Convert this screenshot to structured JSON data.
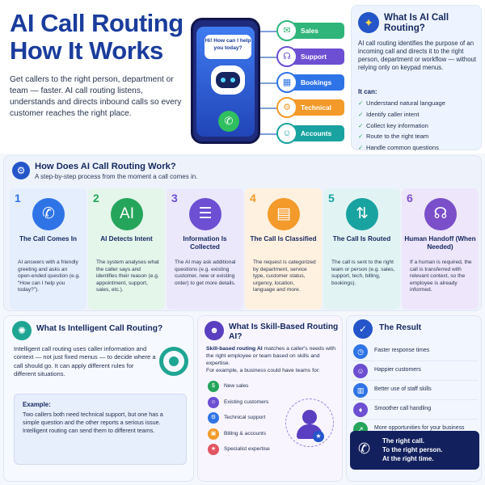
{
  "header": {
    "title_line1": "AI Call Routing",
    "title_line2": "How It Works",
    "description": "Get callers to the right person, department or team — faster. AI call routing listens, understands and directs inbound calls so every customer reaches the right place."
  },
  "phone": {
    "bubble_text": "Hi! How can I help you today?",
    "departments": [
      {
        "label": "Sales",
        "icon": "chat-icon",
        "color": "#2fb57a"
      },
      {
        "label": "Support",
        "icon": "headset-icon",
        "color": "#6c4fd2"
      },
      {
        "label": "Bookings",
        "icon": "calendar-icon",
        "color": "#2f74e6"
      },
      {
        "label": "Technical",
        "icon": "gear-icon",
        "color": "#f39a2a"
      },
      {
        "label": "Accounts",
        "icon": "people-icon",
        "color": "#19a3a0"
      }
    ]
  },
  "what": {
    "title": "What Is AI Call Routing?",
    "body": "AI call routing identifies the purpose of an incoming call and directs it to the right person, department or workflow — without relying only on keypad menus.",
    "can_title": "It can:",
    "can": [
      "Understand natural language",
      "Identify caller intent",
      "Collect key information",
      "Route to the right team",
      "Handle common questions"
    ]
  },
  "how": {
    "title": "How Does AI Call Routing Work?",
    "subtitle": "A step-by-step process from the moment a call comes in.",
    "steps": [
      {
        "num": "1",
        "title": "The Call Comes In",
        "desc": "AI answers with a friendly greeting and asks an open-ended question (e.g. “How can I help you today?”).",
        "color": "#2f74e6",
        "bg": "#e4eefc",
        "icon": "phone-icon"
      },
      {
        "num": "2",
        "title": "AI Detects Intent",
        "desc": "The system analyses what the caller says and identifies their reason (e.g. appointment, support, sales, etc.).",
        "color": "#25a55b",
        "bg": "#e4f5ea",
        "icon": "ai-chip-icon"
      },
      {
        "num": "3",
        "title": "Information Is Collected",
        "desc": "The AI may ask additional questions (e.g. existing customer, new or existing order) to get more details.",
        "color": "#6c4fd2",
        "bg": "#ece8fb",
        "icon": "clipboard-icon"
      },
      {
        "num": "4",
        "title": "The Call Is Classified",
        "desc": "The request is categorized by department, service type, customer status, urgency, location, language and more.",
        "color": "#f39a2a",
        "bg": "#fff1df",
        "icon": "document-icon"
      },
      {
        "num": "5",
        "title": "The Call Is Routed",
        "desc": "The call is sent to the right team or person (e.g. sales, support, tech, billing, bookings).",
        "color": "#19a3a0",
        "bg": "#e1f4f3",
        "icon": "route-arrows-icon"
      },
      {
        "num": "6",
        "title": "Human Handoff (When Needed)",
        "desc": "If a human is required, the call is transferred with relevant context, so the employee is already informed.",
        "color": "#7a4fc9",
        "bg": "#eee6fa",
        "icon": "agent-headset-icon"
      }
    ]
  },
  "intel": {
    "title": "What Is Intelligent Call Routing?",
    "body": "Intelligent call routing uses caller information and context — not just fixed menus — to decide where a call should go. It can apply different rules for different situations.",
    "example_title": "Example:",
    "example_body": "Two callers both need technical support, but one has a simple question and the other reports a serious issue. Intelligent routing can send them to different teams."
  },
  "skill": {
    "title": "What Is Skill-Based Routing AI?",
    "body_strong": "Skill-based routing AI",
    "body": " matches a caller's needs with the right employee or team based on skills and expertise.",
    "example_intro": "For example, a business could have teams for:",
    "teams": [
      {
        "label": "New sales",
        "color": "#25a55b"
      },
      {
        "label": "Existing customers",
        "color": "#6c4fd2"
      },
      {
        "label": "Technical support",
        "color": "#2f74e6"
      },
      {
        "label": "Billing & accounts",
        "color": "#f39a2a"
      },
      {
        "label": "Specialist expertise",
        "color": "#e25561"
      }
    ]
  },
  "result": {
    "title": "The Result",
    "items": [
      {
        "label": "Faster response times",
        "color": "#2f74e6"
      },
      {
        "label": "Happier customers",
        "color": "#6c4fd2"
      },
      {
        "label": "Better use of staff skills",
        "color": "#2f74e6"
      },
      {
        "label": "Smoother call handling",
        "color": "#6c4fd2"
      },
      {
        "label": "More opportunities for your business",
        "color": "#25a55b"
      }
    ],
    "tagline": [
      "The right call.",
      "To the right person.",
      "At the right time."
    ]
  }
}
